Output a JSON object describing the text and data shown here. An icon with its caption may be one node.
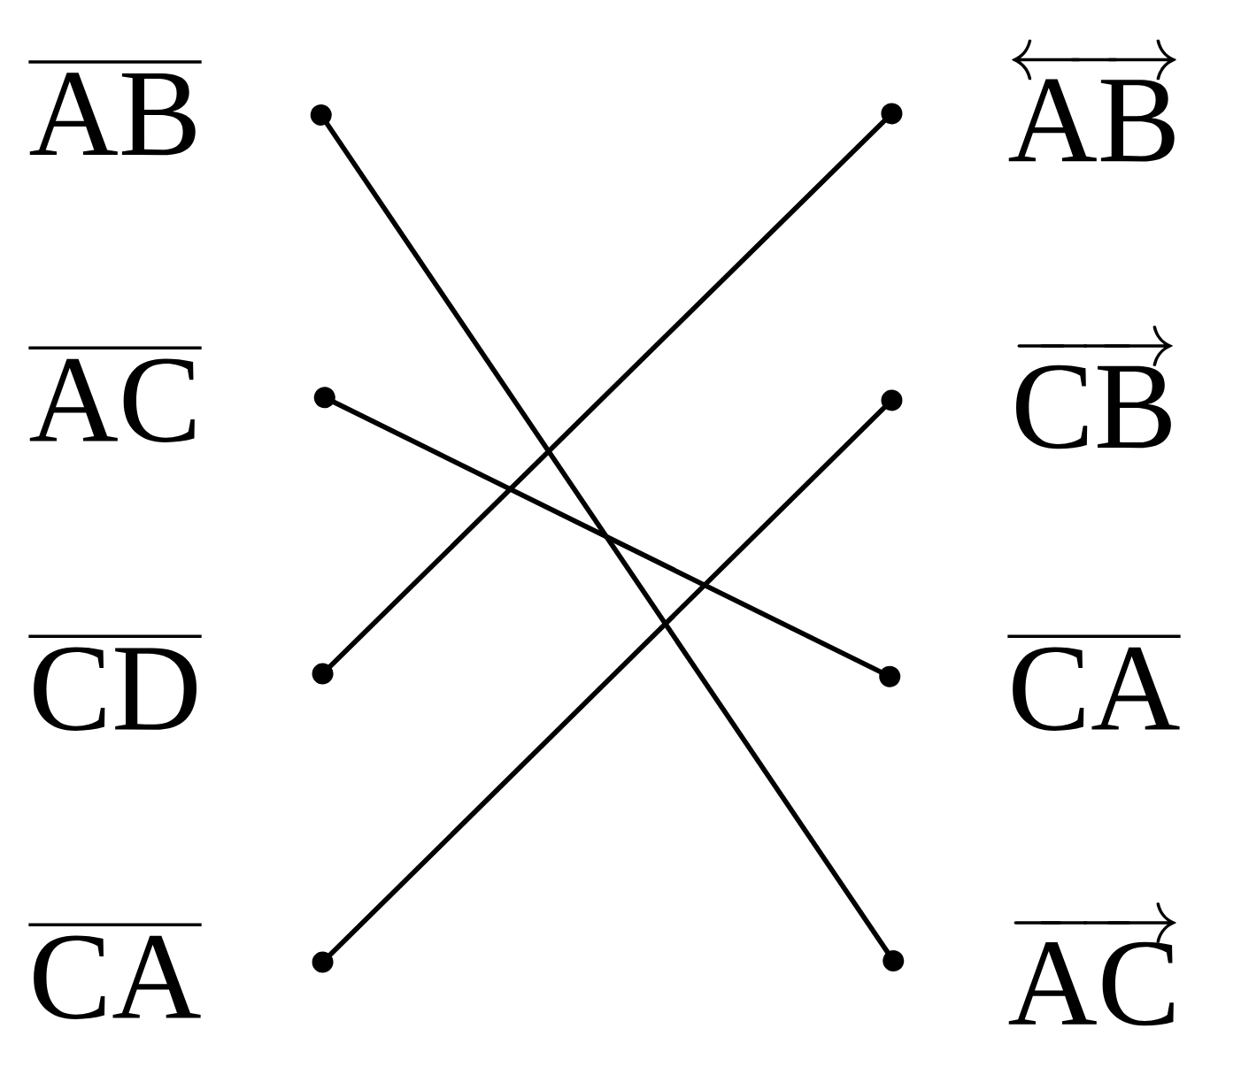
{
  "diagram": {
    "nodes": [
      {
        "text": [
          "\\overline{\\mathrm{AB}}"
        ]
      },
      {
        "text": [
          "\\overline{\\mathrm{AC}}"
        ]
      },
      {
        "text": [
          "\\overline{\\mathrm{CD}}"
        ]
      },
      {
        "text": [
          "\\overline{\\mathrm{CA}}"
        ]
      },
      {
        "text": [
          "\\overleftrightarrow{\\mathrm{AB}}"
        ]
      },
      {
        "text": [
          "\\overrightarrow{\\mathrm{CB}}"
        ]
      },
      {
        "text": [
          "\\overline{\\mathrm{CA}}"
        ]
      },
      {
        "text": [
          "\\overrightarrow{\\mathrm{AC}}"
        ]
      }
    ],
    "edges": [
      {
        "from": 0,
        "to": 7,
        "arrow": "other"
      },
      {
        "from": 1,
        "to": 6,
        "arrow": "other"
      },
      {
        "from": 2,
        "to": 4,
        "arrow": "other"
      },
      {
        "from": 3,
        "to": 5,
        "arrow": "other"
      }
    ]
  }
}
